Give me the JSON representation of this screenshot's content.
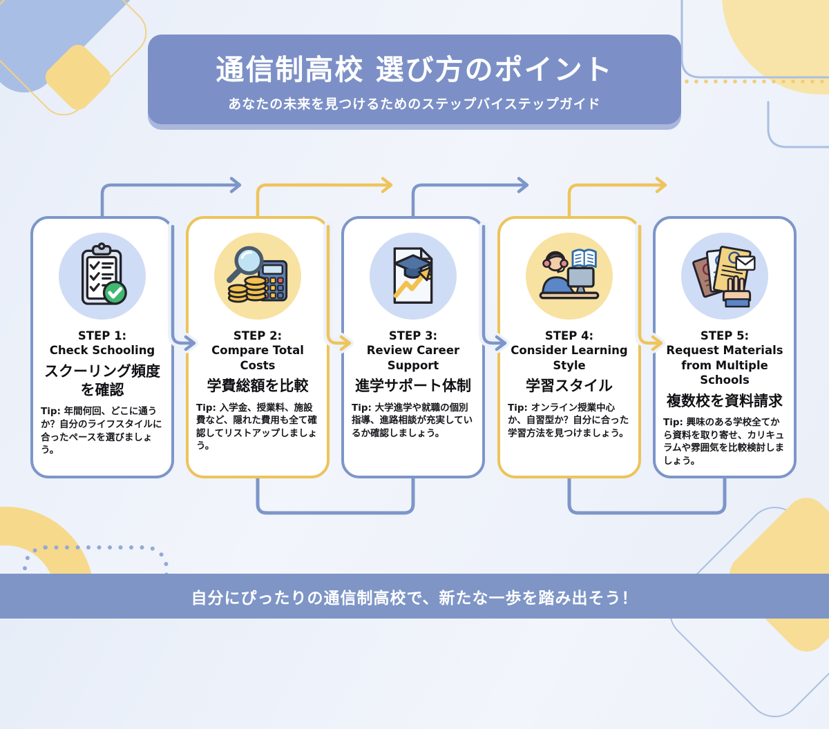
{
  "header": {
    "title": "通信制高校 選び方のポイント",
    "subtitle": "あなたの未来を見つけるためのステップバイステップガイド"
  },
  "steps": [
    {
      "step_label": "STEP 1:",
      "en_title": "Check Schooling",
      "jp_title": "スクーリング頻度を確認",
      "tip": "Tip: 年間何回、どこに通うか？自分のライフスタイルに合ったペースを選びましょう。",
      "accent": "blue",
      "icon": "clipboard-checklist-icon"
    },
    {
      "step_label": "STEP 2:",
      "en_title": "Compare Total\nCosts",
      "jp_title": "学費総額を比較",
      "tip": "Tip: 入学金、授業料、施設費など、隠れた費用も全て確認してリストアップしましょう。",
      "accent": "yellow",
      "icon": "magnifier-coins-calculator-icon"
    },
    {
      "step_label": "STEP 3:",
      "en_title": "Review Career\nSupport",
      "jp_title": "進学サポート体制",
      "tip": "Tip: 大学進学や就職の個別指導、進路相談が充実しているか確認しましょう。",
      "accent": "blue",
      "icon": "document-gradcap-arrow-icon"
    },
    {
      "step_label": "STEP 4:",
      "en_title": "Consider Learning\nStyle",
      "jp_title": "学習スタイル",
      "tip": "Tip: オンライン授業中心か、自習型か？自分に合った学習方法を見つけましょう。",
      "accent": "yellow",
      "icon": "student-computer-book-icon"
    },
    {
      "step_label": "STEP 5:",
      "en_title": "Request Materials\nfrom Multiple Schools",
      "jp_title": "複数校を資料請求",
      "tip": "Tip: 興味のある学校全てから資料を取り寄せ、カリキュラムや雰囲気を比較検討しましょう。",
      "accent": "blue",
      "icon": "documents-hand-envelope-icon"
    }
  ],
  "footer": {
    "message": "自分にぴったりの通信制高校で、新たな一歩を踏み出そう！"
  },
  "colors": {
    "accent_blue": "#7d96c9",
    "accent_yellow": "#ecc45c",
    "banner_blue": "#7c90c7",
    "footer_blue": "#7e95c6",
    "icon_bg_blue": "#cfdcf5",
    "icon_bg_yellow": "#f8e2a2",
    "check_green": "#41b871",
    "background": "#edf2fa"
  }
}
